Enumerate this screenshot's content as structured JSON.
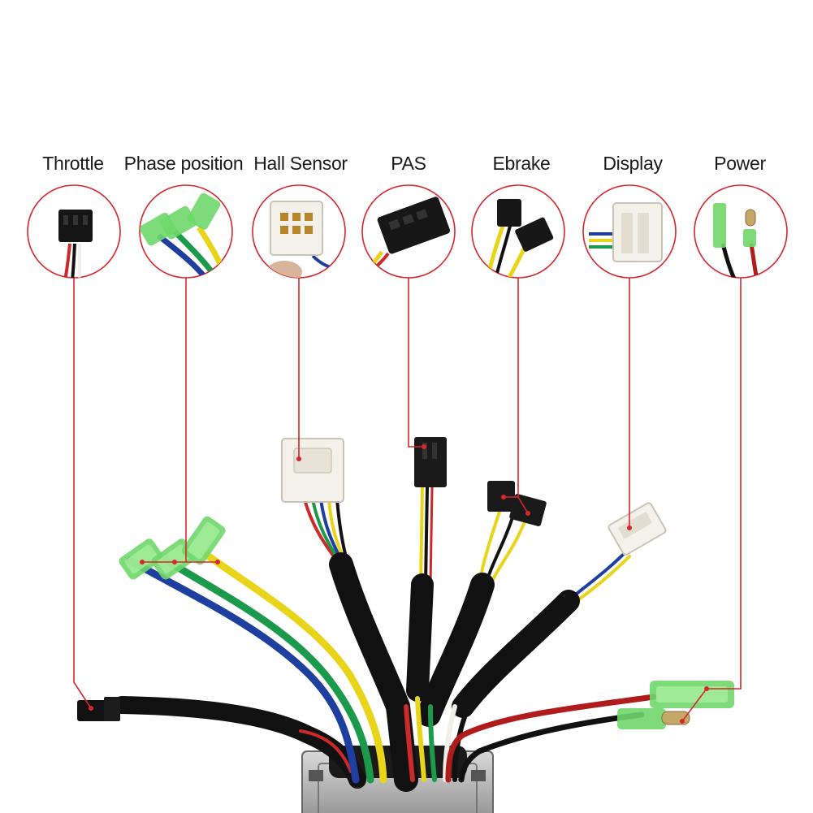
{
  "connectors": [
    {
      "id": "throttle",
      "label": "Throttle"
    },
    {
      "id": "phase-position",
      "label": "Phase position"
    },
    {
      "id": "hall-sensor",
      "label": "Hall Sensor"
    },
    {
      "id": "pas",
      "label": "PAS"
    },
    {
      "id": "ebrake",
      "label": "Ebrake"
    },
    {
      "id": "display",
      "label": "Display"
    },
    {
      "id": "power",
      "label": "Power"
    }
  ],
  "colors": {
    "callout_line": "#d8262c",
    "sleeve": "#111111",
    "phase_yellow": "#e8d51a",
    "phase_green": "#1a9a4a",
    "phase_blue": "#1f3fa0",
    "power_red": "#b01c1c",
    "terminal_green": "#6fd86a",
    "white_connector": "#f4f1ea",
    "controller_metal": "#b7b7b7"
  }
}
